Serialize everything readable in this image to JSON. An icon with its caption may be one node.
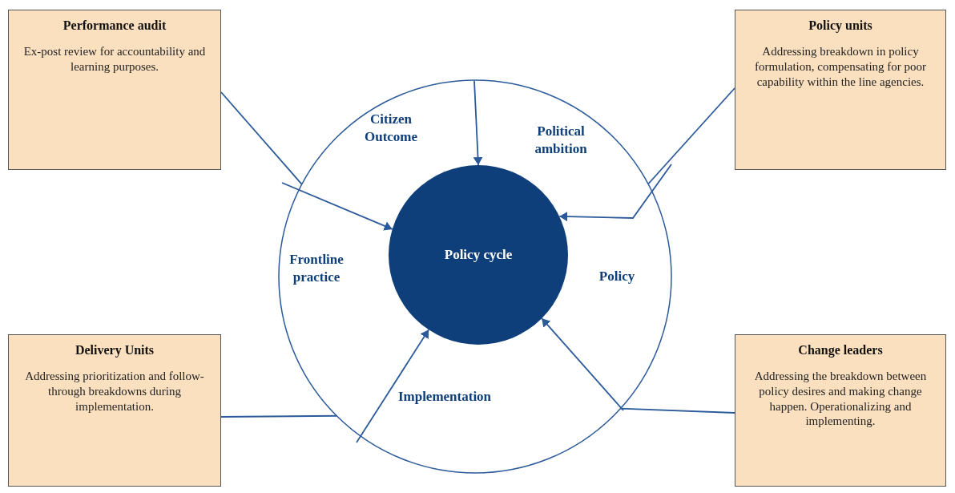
{
  "diagram": {
    "nodes": [
      {
        "text": [
          "Performance audit",
          "Ex-post review for accountability and learning purposes."
        ]
      },
      {
        "text": [
          "Policy units",
          "Addressing breakdown in policy formulation, compensating for poor capability within the line agencies."
        ]
      },
      {
        "text": [],
        "shape": "circle"
      },
      {
        "text": [
          "Citizen Outcome"
        ],
        "in": 2
      },
      {
        "text": [
          "Political ambition"
        ],
        "in": 2
      },
      {
        "text": [
          "Policy cycle"
        ],
        "in": 2
      },
      {
        "text": [
          "Frontline practice"
        ],
        "in": 2
      },
      {
        "text": [
          "Policy"
        ],
        "in": 2
      },
      {
        "text": [
          "Implementation"
        ],
        "in": 2
      },
      {
        "text": [
          "Delivery Units",
          "Addressing prioritization and follow-through breakdowns during implementation."
        ]
      },
      {
        "text": [
          "Change leaders",
          "Addressing the breakdown between policy desires and making change happen. Operationalizing and implementing."
        ]
      }
    ],
    "edges": [
      {
        "from": null,
        "to": 5,
        "arrow": "to"
      },
      {
        "from": null,
        "to": 5,
        "arrow": "to"
      },
      {
        "from": null,
        "to": 5,
        "arrow": "to"
      },
      {
        "from": null,
        "to": 5,
        "arrow": "to"
      },
      {
        "from": null,
        "to": 5,
        "arrow": "to"
      },
      {
        "from": 0,
        "to": 2,
        "arrow": "none"
      },
      {
        "from": 1,
        "to": 2,
        "arrow": "none"
      },
      {
        "from": 9,
        "to": 2,
        "arrow": "none"
      },
      {
        "from": 10,
        "to": 2,
        "arrow": "none"
      }
    ]
  }
}
